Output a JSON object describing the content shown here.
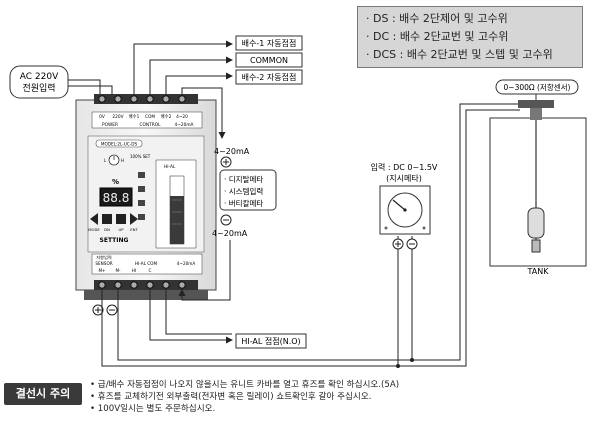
{
  "legend": {
    "ds": "· DS : 배수 2단제어 및 고수위",
    "dc": "· DC : 배수 2단교번 및 고수위",
    "dcs": "· DCS : 배수 2단교번 및 스텝 및 고수위"
  },
  "labels": {
    "ac_supply_1": "AC 220V",
    "ac_supply_2": "전원입력",
    "drain1": "배수-1 자동접점",
    "common": "COMMON",
    "drain2": "배수-2 자동접점",
    "ma_top": "4~20mA",
    "ma_bottom": "4~20mA",
    "meter_1": "· 디지탈메타",
    "meter_2": "· 시스템입력",
    "meter_3": "· 버티칼메타",
    "gauge_1": "입력 : DC 0~1.5V",
    "gauge_2": "(지시메타)",
    "sensor_range": "0~300Ω (저항센서)",
    "tank": "TANK",
    "hi_al": "HI-AL 접점(N.O)"
  },
  "controller": {
    "top_terms": [
      "0V",
      "220V",
      "배수1",
      "COM",
      "배수2",
      "4~20"
    ],
    "section_power": "POWER",
    "section_control": "CONTROL",
    "section_output": "4~20mA",
    "model": "MODEL:2L-UC-DS",
    "percent": "%",
    "display": "88.8",
    "set_label": "100% SET",
    "hi_al": "HI-AL",
    "step_marks": [
      "L",
      "H"
    ],
    "buttons": [
      "MODE",
      "DN",
      "UP",
      "ENT"
    ],
    "setting": "SETTING",
    "sensor_top": "저항입력",
    "sensor": "SENSOR",
    "hi_al_com": "HI-AL COM",
    "bottom_out": "4~20mA",
    "bottom_terms": [
      "M+",
      "M-",
      "HI",
      "C"
    ]
  },
  "notice": {
    "badge": "결선시 주의",
    "lines": [
      "• 급/배수 자동접점이 나오지 않을시는 유니트 카바를 열고 휴즈를 확인 하십시오.(5A)",
      "• 휴즈를 교체하기전 외부출력(전자변 혹은 릴레이) 쇼트확인후 갈아 주십시오.",
      "• 100V일시는 별도 주문하십시오."
    ]
  }
}
